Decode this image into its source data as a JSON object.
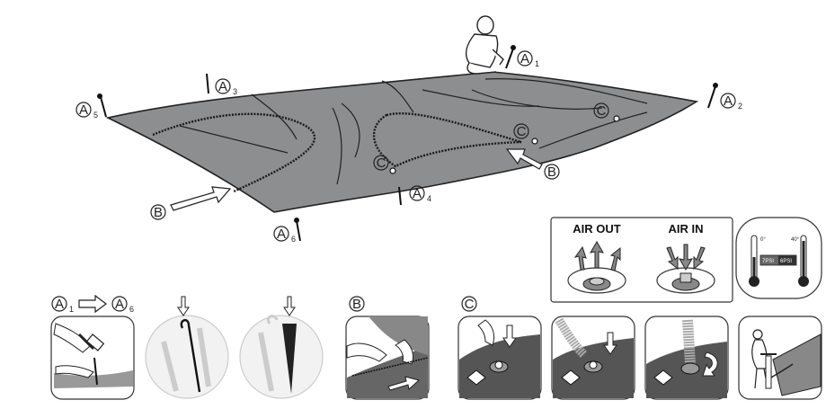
{
  "labels": {
    "A": "A",
    "B": "B",
    "C": "C",
    "sub1": "1",
    "sub2": "2",
    "sub3": "3",
    "sub4": "4",
    "sub5": "5",
    "sub6": "6"
  },
  "valve_panel": {
    "air_out": "AIR OUT",
    "air_in": "AIR IN"
  },
  "gauge": {
    "min_temp": "0°",
    "max_temp": "40°",
    "psi_low": "7PSI",
    "psi_high": "6PSI"
  },
  "colors": {
    "cover": "#8d8e90",
    "outline": "#222222",
    "panel_border": "#333333"
  },
  "icons": [
    "anchor-stake-icon",
    "arrow-right-icon",
    "arrow-down-icon",
    "hammer-icon",
    "thermometer-icon"
  ]
}
